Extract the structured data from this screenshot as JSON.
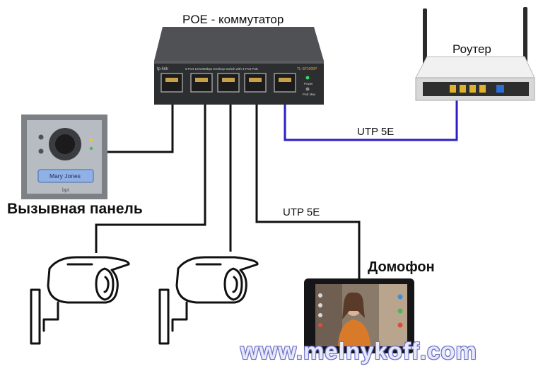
{
  "labels": {
    "switch": "POE - коммутатор",
    "router": "Роутер",
    "utp_router": "UTP 5E",
    "utp_intercom": "UTP 5E",
    "call_panel": "Вызывная панель",
    "intercom": "Домофон",
    "watermark": "www.melnykoff.com"
  },
  "device_text": {
    "switch_brand": "tp-link",
    "switch_model": "TL-SF1005P",
    "switch_desc": "5-Port 10/100Mbps Desktop Switch with 4-Port PoE",
    "power_led": "Power",
    "poe_max_led": "PoE Max",
    "nameplate": "Mary Jones",
    "panel_brand": "bpt"
  },
  "colors": {
    "cable": "#111111",
    "uplink_cable": "#2c1fc4",
    "switch_body": "#3a3b3d",
    "router_body": "#e6e6e6",
    "watermark_outline": "#6d71c9"
  }
}
